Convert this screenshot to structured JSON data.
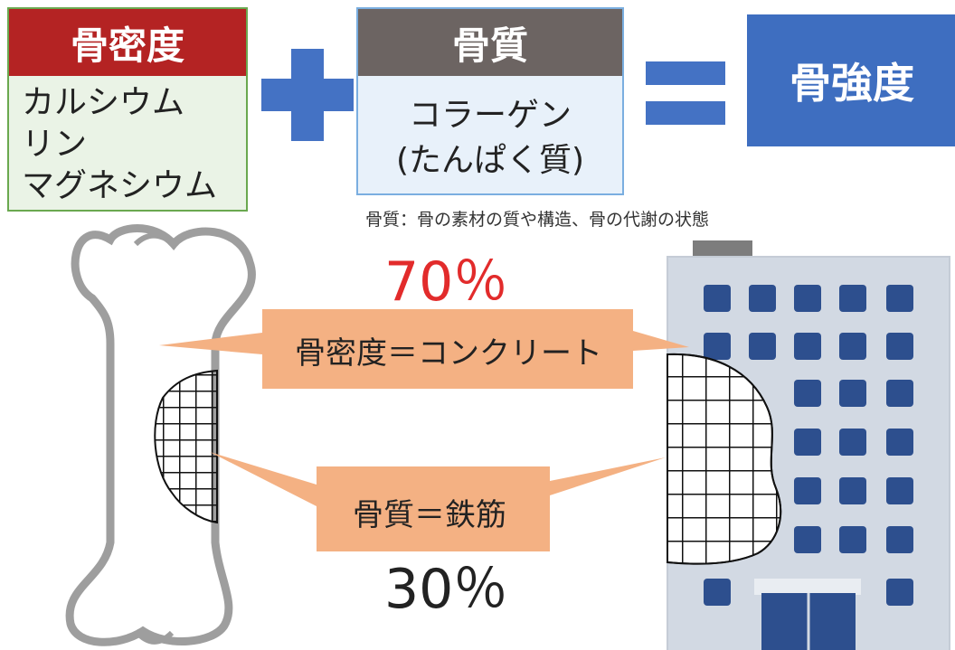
{
  "bone_density_box": {
    "title": "骨密度",
    "items": [
      "カルシウム",
      "リン",
      "マグネシウム"
    ]
  },
  "plus_icon": "plus-sign",
  "bone_quality_box": {
    "title": "骨質",
    "line1": "コラーゲン",
    "line2": "(たんぱく質)"
  },
  "equals_icon": "equals-sign",
  "bone_strength_box": {
    "title": "骨強度"
  },
  "note": "骨質：骨の素材の質や構造、骨の代謝の状態",
  "percent_top": "70％",
  "percent_bottom": "30％",
  "callout_top": "骨密度＝コンクリート",
  "callout_bottom": "骨質＝鉄筋",
  "colors": {
    "red_header": "#b42323",
    "gray_header": "#6c6462",
    "blue": "#4472c4",
    "callout": "#f4b183",
    "percent_red": "#e22b2b"
  }
}
